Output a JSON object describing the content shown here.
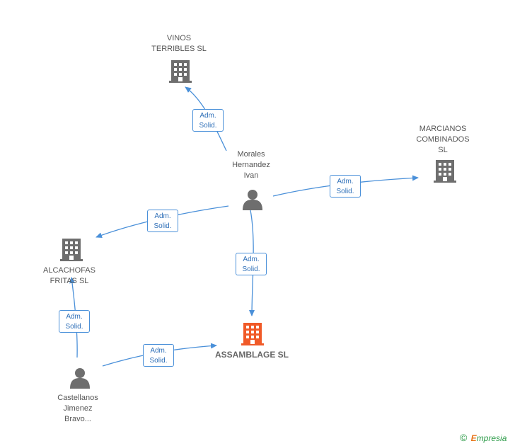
{
  "nodes": {
    "vinos": {
      "label_line1": "VINOS",
      "label_line2": "TERRIBLES SL",
      "type": "company"
    },
    "marcianos": {
      "label_line1": "MARCIANOS",
      "label_line2": "COMBINADOS",
      "label_line3": "SL",
      "type": "company"
    },
    "alcachofas": {
      "label_line1": "ALCACHOFAS",
      "label_line2": "FRITAS SL",
      "type": "company"
    },
    "assamblage": {
      "label": "ASSAMBLAGE SL",
      "type": "company",
      "highlight": true
    },
    "morales": {
      "label_line1": "Morales",
      "label_line2": "Hernandez",
      "label_line3": "Ivan",
      "type": "person"
    },
    "castellanos": {
      "label_line1": "Castellanos",
      "label_line2": "Jimenez",
      "label_line3": "Bravo...",
      "type": "person"
    }
  },
  "edges": [
    {
      "id": "morales-vinos",
      "from": "morales",
      "to": "vinos",
      "line1": "Adm.",
      "line2": "Solid."
    },
    {
      "id": "morales-marcianos",
      "from": "morales",
      "to": "marcianos",
      "line1": "Adm.",
      "line2": "Solid."
    },
    {
      "id": "morales-alcachofas",
      "from": "morales",
      "to": "alcachofas",
      "line1": "Adm.",
      "line2": "Solid."
    },
    {
      "id": "morales-assamblage",
      "from": "morales",
      "to": "assamblage",
      "line1": "Adm.",
      "line2": "Solid."
    },
    {
      "id": "castellanos-alcachofas",
      "from": "castellanos",
      "to": "alcachofas",
      "line1": "Adm.",
      "line2": "Solid."
    },
    {
      "id": "castellanos-assamblage",
      "from": "castellanos",
      "to": "assamblage",
      "line1": "Adm.",
      "line2": "Solid."
    }
  ],
  "colors": {
    "company": "#6e6e6e",
    "highlight": "#f05a28",
    "person": "#6e6e6e",
    "edge": "#4a90d9"
  },
  "footer": {
    "copyright": "©",
    "brand_initial": "E",
    "brand_rest": "mpresia"
  }
}
